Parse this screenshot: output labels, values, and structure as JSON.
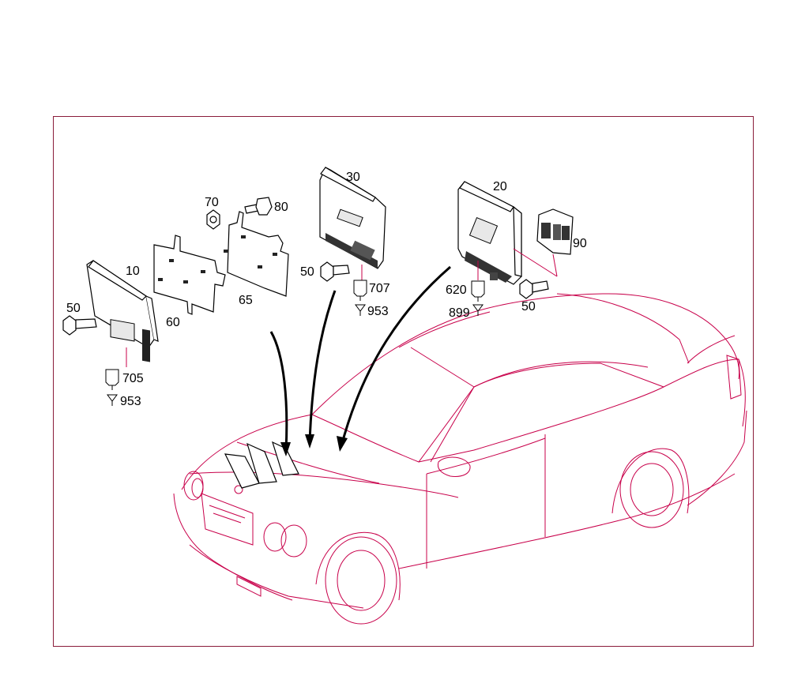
{
  "diagram": {
    "part_labels": {
      "p10": "10",
      "p20": "20",
      "p30": "30",
      "p50_left": "50",
      "p50_mid": "50",
      "p50_right": "50",
      "p60": "60",
      "p65": "65",
      "p70": "70",
      "p80": "80",
      "p90": "90"
    },
    "reference_labels": {
      "r705": "705",
      "r953_left": "953",
      "r707": "707",
      "r953_mid": "953",
      "r620": "620",
      "r899": "899"
    },
    "colors": {
      "frame": "#8a1c3a",
      "car_outline": "#c8004a",
      "parts": "#000000"
    }
  }
}
